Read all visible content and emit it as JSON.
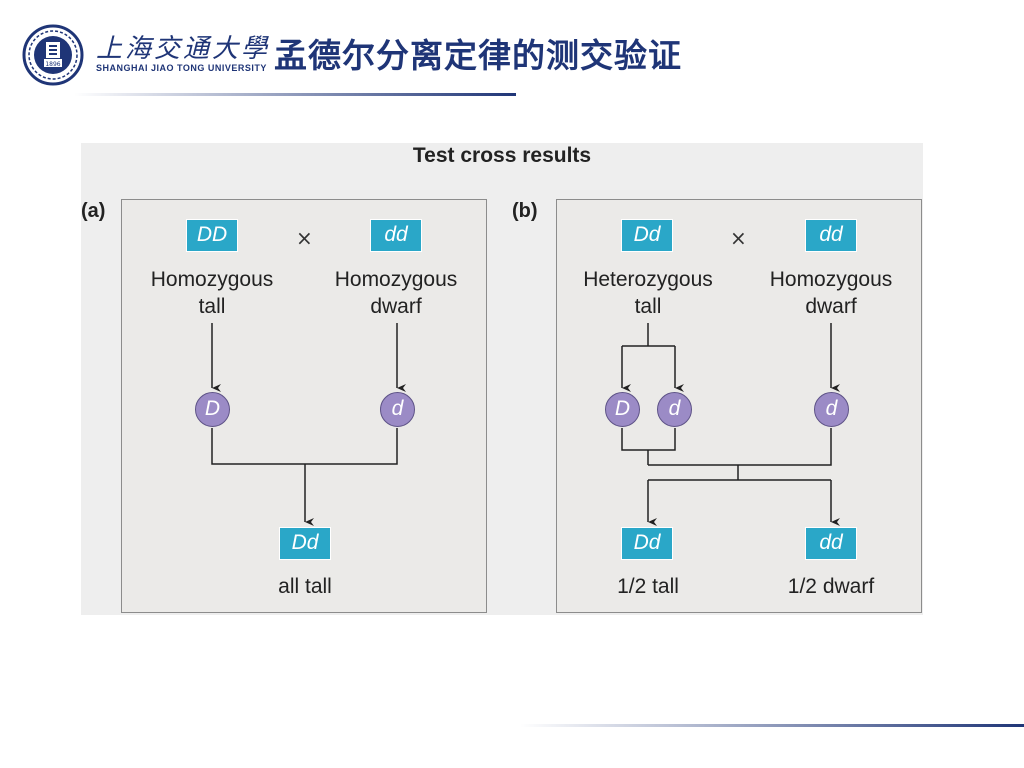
{
  "header": {
    "logo_cn": "上海交通大學",
    "logo_en": "SHANGHAI JIAO TONG UNIVERSITY",
    "logo_year": "1896",
    "title": "孟德尔分离定律的测交验证"
  },
  "figure": {
    "title": "Test cross results",
    "cross_symbol": "×",
    "panel_a": {
      "label": "(a)",
      "parent1_genotype": "DD",
      "parent1_desc1": "Homozygous",
      "parent1_desc2": "tall",
      "parent2_genotype": "dd",
      "parent2_desc1": "Homozygous",
      "parent2_desc2": "dwarf",
      "gamete1": "D",
      "gamete2": "d",
      "offspring_genotype": "Dd",
      "offspring_desc": "all tall"
    },
    "panel_b": {
      "label": "(b)",
      "parent1_genotype": "Dd",
      "parent1_desc1": "Heterozygous",
      "parent1_desc2": "tall",
      "parent2_genotype": "dd",
      "parent2_desc1": "Homozygous",
      "parent2_desc2": "dwarf",
      "gamete1a": "D",
      "gamete1b": "d",
      "gamete2": "d",
      "offspring1_genotype": "Dd",
      "offspring1_desc": "1/2 tall",
      "offspring2_genotype": "dd",
      "offspring2_desc": "1/2 dwarf"
    }
  },
  "colors": {
    "brand_navy": "#1f3577",
    "genotype_box": "#2aa7c8",
    "gamete_circle": "#9b8bc6"
  }
}
